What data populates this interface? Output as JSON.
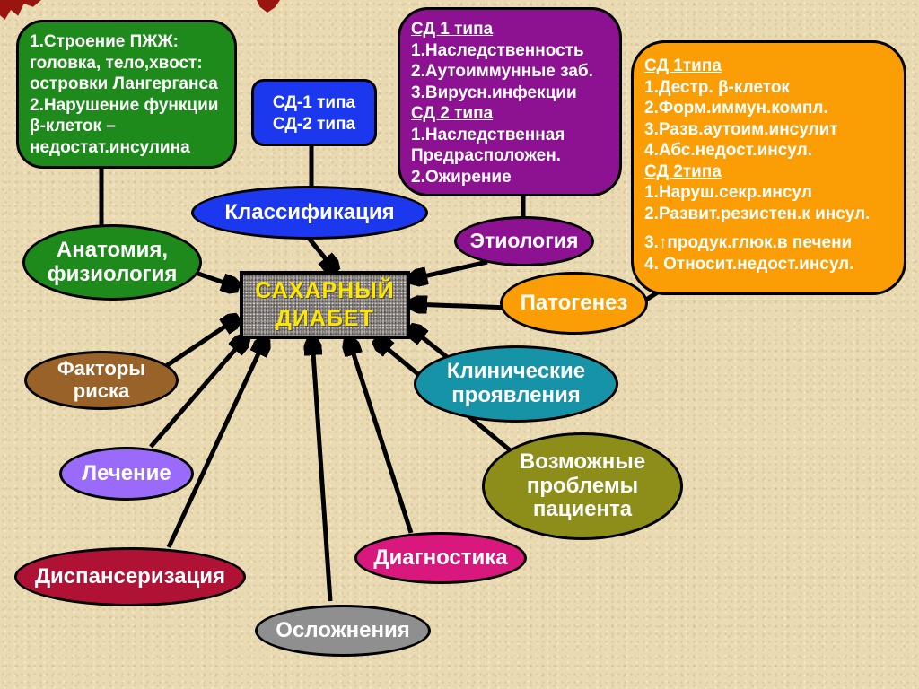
{
  "slide": {
    "center_label": "САХАРНЫЙ\nДИАБЕТ",
    "center_text_color": "#FFE600",
    "background_color": "#EADAB2",
    "line_color": "#000000",
    "torn_mark_color": "#9A1510"
  },
  "info_boxes": {
    "pancreas_structure": {
      "bg": "#1E8A1C",
      "lines": [
        {
          "t": "1.Строение ПЖЖ:"
        },
        {
          "t": "головка, тело,хвост:"
        },
        {
          "t": "островки Лангерганса"
        },
        {
          "t": "2.Нарушение функции"
        },
        {
          "t": "β-клеток –"
        },
        {
          "t": "недостат.инсулина"
        }
      ]
    },
    "diabetes_types": {
      "bg": "#1C38EE",
      "lines": [
        {
          "t": "СД-1 типа"
        },
        {
          "t": "СД-2 типа"
        }
      ]
    },
    "etiology_details": {
      "bg": "#8C1292",
      "lines": [
        {
          "t": "СД 1 типа",
          "u": true
        },
        {
          "t": "1.Наследственность"
        },
        {
          "t": "2.Аутоиммунные заб."
        },
        {
          "t": "3.Вирусн.инфекции"
        },
        {
          "t": "СД 2 типа",
          "u": true
        },
        {
          "t": "1.Наследственная"
        },
        {
          "t": "Предрасположен."
        },
        {
          "t": "2.Ожирение"
        }
      ]
    },
    "pathogenesis_details": {
      "bg": "#FB9D04",
      "lines": [
        {
          "t": "СД 1типа",
          "u": true
        },
        {
          "t": "1.Дестр. β-клеток"
        },
        {
          "t": "2.Форм.иммун.компл."
        },
        {
          "t": "3.Разв.аутоим.инсулит"
        },
        {
          "t": "4.Абс.недост.инсул."
        },
        {
          "t": "СД 2типа",
          "u": true
        },
        {
          "t": "1.Наруш.секр.инсул"
        },
        {
          "t": "2.Развит.резистен.к инсул."
        },
        {
          "t": "3.↑продук.глюк.в печени",
          "gap": true
        },
        {
          "t": "4. Относит.недост.инсул."
        }
      ]
    }
  },
  "nodes": {
    "anatomy": {
      "label": "Анатомия,\nфизиология",
      "bg": "#1E8A1C"
    },
    "classification": {
      "label": "Классификация",
      "bg": "#1C38EE"
    },
    "etiology": {
      "label": "Этиология",
      "bg": "#8C1292"
    },
    "pathogenesis": {
      "label": "Патогенез",
      "bg": "#FB9D04"
    },
    "risk_factors": {
      "label": "Факторы\nриска",
      "bg": "#996228"
    },
    "clinical": {
      "label": "Клинические\nпроявления",
      "bg": "#1793A7"
    },
    "treatment": {
      "label": "Лечение",
      "bg": "#9A6AFA"
    },
    "patient_problems": {
      "label": "Возможные\nпроблемы\nпациента",
      "bg": "#8D8D1A"
    },
    "dispensary": {
      "label": "Диспансеризация",
      "bg": "#B01236"
    },
    "diagnostics": {
      "label": "Диагностика",
      "bg": "#D8187C"
    },
    "complications": {
      "label": "Осложнения",
      "bg": "#8F8F8F"
    }
  }
}
